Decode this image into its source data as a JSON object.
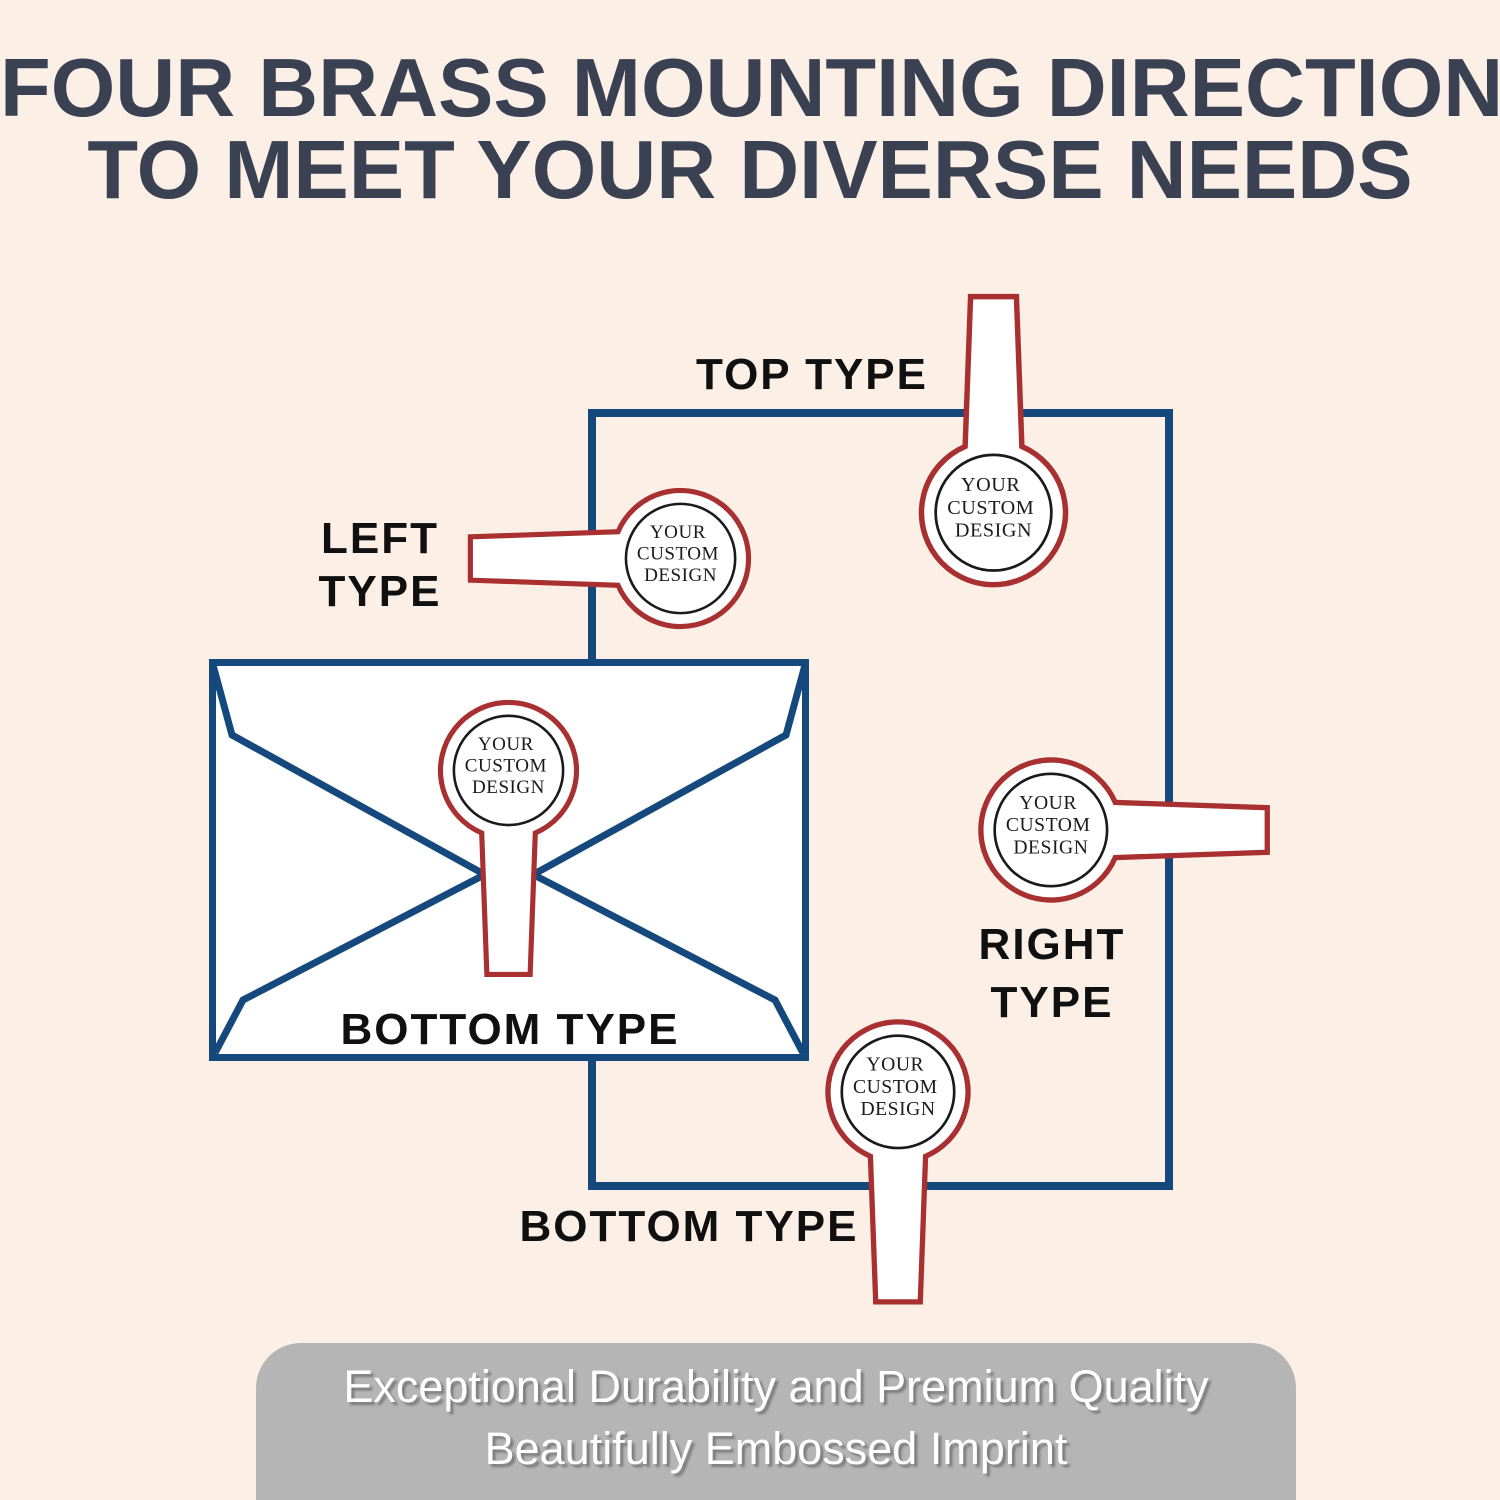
{
  "title": {
    "line1": "FOUR BRASS MOUNTING DIRECTIONS",
    "line2": "TO MEET YOUR DIVERSE NEEDS"
  },
  "diagram": {
    "top_label": "TOP TYPE",
    "left_label_line1": "LEFT",
    "left_label_line2": "TYPE",
    "right_label_line1": "RIGHT",
    "right_label_line2": "TYPE",
    "envelope_bottom_label": "BOTTOM TYPE",
    "outer_bottom_label": "BOTTOM TYPE",
    "stamp": {
      "line1": "YOUR",
      "line2": "CUSTOM",
      "line3": "DESIGN"
    }
  },
  "banner": {
    "line1": "Exceptional Durability and Premium Quality",
    "line2": "Beautifully Embossed Imprint"
  },
  "colors": {
    "background": "#fcefe6",
    "title_text": "#3a4152",
    "navy_outline": "#15497d",
    "stamp_red": "#a93030",
    "label_text": "#101010",
    "banner_background": "#b5b5b5",
    "banner_text": "#ffffff"
  }
}
